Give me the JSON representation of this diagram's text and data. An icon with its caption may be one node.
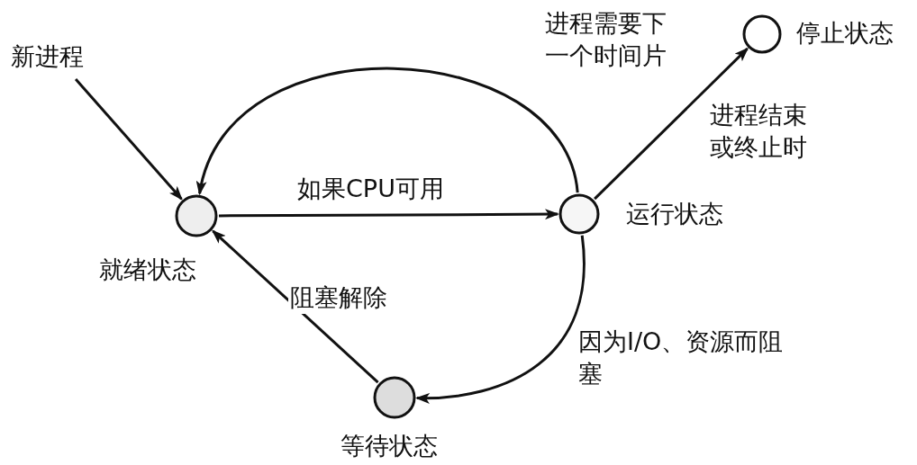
{
  "diagram": {
    "nodes": [
      {
        "text": [
          "新进程"
        ]
      },
      {
        "text": [],
        "shape": "circle",
        "beside": [
          "停止状态"
        ]
      },
      {
        "text": [],
        "shape": "circle",
        "beside": [
          "就绪状态"
        ]
      },
      {
        "text": [],
        "shape": "circle",
        "beside": [
          "运行状态"
        ]
      },
      {
        "text": [],
        "shape": "circle",
        "beside": [
          "等待状态"
        ]
      }
    ],
    "edges": [
      {
        "from": 0,
        "to": 2,
        "arrow": "to"
      },
      {
        "from": 2,
        "to": 3,
        "arrow": "to",
        "label": "如果CPU可用"
      },
      {
        "from": 3,
        "to": 2,
        "arrow": "to",
        "label": "进程需要下一个时间片"
      },
      {
        "from": 3,
        "to": 1,
        "arrow": "to",
        "label": "进程结束或终止时"
      },
      {
        "from": 3,
        "to": 4,
        "arrow": "to",
        "label": "因为I/O、资源而阻塞"
      },
      {
        "from": 4,
        "to": 2,
        "arrow": "to",
        "label": "阻塞解除"
      }
    ]
  }
}
